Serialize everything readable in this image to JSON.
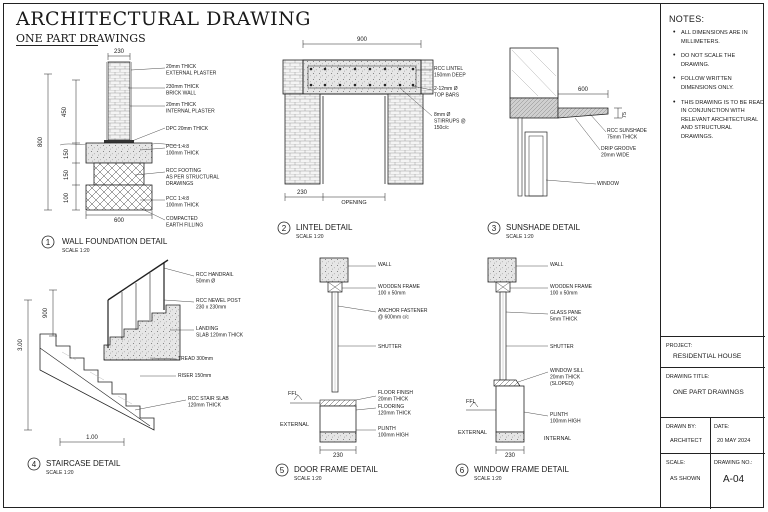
{
  "header": {
    "title": "ARCHITECTURAL DRAWING",
    "subtitle": "ONE PART DRAWINGS"
  },
  "notes": {
    "heading": "NOTES:",
    "items": [
      "ALL DIMENSIONS ARE IN MILLIMETERS.",
      "DO NOT SCALE THE DRAWING.",
      "FOLLOW WRITTEN DIMENSIONS ONLY.",
      "THIS DRAWING IS TO BE READ IN CONJUNCTION WITH RELEVANT ARCHITECTURAL AND STRUCTURAL DRAWINGS."
    ]
  },
  "title_block": {
    "project_label": "PROJECT:",
    "project_value": "RESIDENTIAL HOUSE",
    "drawing_title_label": "DRAWING TITLE:",
    "drawing_title_value": "ONE PART DRAWINGS",
    "drawn_by_label": "DRAWN BY:",
    "drawn_by_value": "ARCHITECT",
    "date_label": "DATE:",
    "date_value": "20 MAY 2024",
    "scale_label": "SCALE:",
    "scale_value": "AS SHOWN",
    "drawing_no_label": "DRAWING NO.:",
    "drawing_no_value": "A-04"
  },
  "details": {
    "d1": {
      "number": "1",
      "title": "WALL FOUNDATION DETAIL",
      "scale": "SCALE 1:20",
      "dims": {
        "top": "230",
        "bottom": "600",
        "h450": "450",
        "h800": "800",
        "h150a": "150",
        "h150b": "150",
        "h100": "100"
      },
      "labels": [
        [
          "20mm THICK",
          "EXTERNAL PLASTER"
        ],
        [
          "230mm THICK",
          "BRICK WALL"
        ],
        [
          "20mm THICK",
          "INTERNAL PLASTER"
        ],
        [
          "DPC 20mm THICK"
        ],
        [
          "PCC 1:4:8",
          "100mm THICK"
        ],
        [
          "RCC FOOTING",
          "AS PER STRUCTURAL",
          "DRAWINGS"
        ],
        [
          "PCC 1:4:8",
          "100mm THICK"
        ],
        [
          "COMPACTED",
          "EARTH FILLING"
        ]
      ]
    },
    "d2": {
      "number": "2",
      "title": "LINTEL DETAIL",
      "scale": "SCALE 1:20",
      "dims": {
        "top": "900",
        "bottom": "230",
        "opening": "OPENING"
      },
      "labels": [
        [
          "RCC LINTEL",
          "150mm DEEP"
        ],
        [
          "2-12mm Ø",
          "TOP BARS"
        ],
        [
          "8mm Ø",
          "STIRRUPS @",
          "150c/c"
        ]
      ]
    },
    "d3": {
      "number": "3",
      "title": "SUNSHADE DETAIL",
      "scale": "SCALE 1:20",
      "dims": {
        "projection": "600",
        "thick": "75"
      },
      "labels": [
        [
          "RCC SUNSHADE",
          "75mm THICK"
        ],
        [
          "DRIP GROOVE",
          "20mm WIDE"
        ],
        [
          "WINDOW"
        ]
      ]
    },
    "d4": {
      "number": "4",
      "title": "STAIRCASE DETAIL",
      "scale": "SCALE 1:20",
      "dims": {
        "h900": "900",
        "h300": "3.00",
        "w100": "1.00"
      },
      "labels": [
        [
          "RCC HANDRAIL",
          "50mm Ø"
        ],
        [
          "RCC NEWEL POST",
          "230 x 230mm"
        ],
        [
          "LANDING",
          "SLAB 120mm THICK"
        ],
        [
          "TREAD  300mm"
        ],
        [
          "RISER  150mm"
        ],
        [
          "RCC STAIR SLAB",
          "120mm THICK"
        ]
      ]
    },
    "d5": {
      "number": "5",
      "title": "DOOR FRAME DETAIL",
      "scale": "SCALE 1:20",
      "dims": {
        "bottom": "230"
      },
      "ffl": "FFL",
      "external": "EXTERNAL",
      "labels": [
        [
          "WALL"
        ],
        [
          "WOODEN FRAME",
          "100 x 50mm"
        ],
        [
          "ANCHOR FASTENER",
          "@ 600mm c/c"
        ],
        [
          "SHUTTER"
        ],
        [
          "FLOOR FINISH",
          "20mm THICK"
        ],
        [
          "FLOORING",
          "120mm THICK"
        ],
        [
          "PLINTH",
          "100mm HIGH"
        ]
      ]
    },
    "d6": {
      "number": "6",
      "title": "WINDOW FRAME DETAIL",
      "scale": "SCALE 1:20",
      "dims": {
        "bottom": "230"
      },
      "ffl": "FFL",
      "external": "EXTERNAL",
      "internal": "INTERNAL",
      "labels": [
        [
          "WALL"
        ],
        [
          "WOODEN FRAME",
          "100 x 50mm"
        ],
        [
          "GLASS PANE",
          "5mm THICK"
        ],
        [
          "SHUTTER"
        ],
        [
          "WINDOW SILL",
          "20mm THICK",
          "(SLOPED)"
        ],
        [
          "PLINTH",
          "100mm HIGH"
        ]
      ]
    }
  }
}
